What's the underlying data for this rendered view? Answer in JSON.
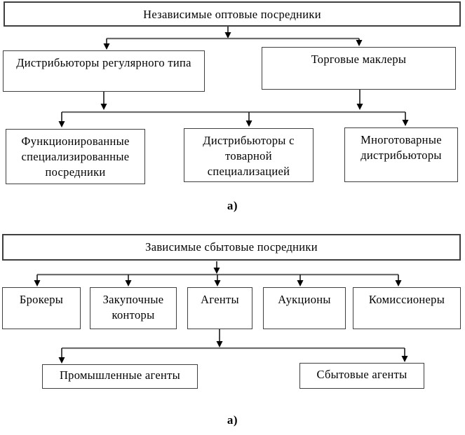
{
  "diagram_a": {
    "root": "Независимые оптовые посредники",
    "level2": [
      "Дистрибьюторы регулярного типа",
      "Торговые маклеры"
    ],
    "level3": [
      "Функционированные специализированные посредники",
      "Дистрибьюторы с товарной специализацией",
      "Многотоварные дистрибьюторы"
    ],
    "caption": "а)"
  },
  "diagram_b": {
    "root": "Зависимые сбытовые посредники",
    "level2": [
      "Брокеры",
      "Закупочные конторы",
      "Агенты",
      "Аукционы",
      "Комиссионеры"
    ],
    "level3": [
      "Промышленные агенты",
      "Сбытовые агенты"
    ],
    "caption": "а)"
  },
  "colors": {
    "background": "#ffffff",
    "box_border": "#3f3f3f",
    "text": "#000000",
    "connector_bar": "#6e6e6e",
    "arrow": "#000000"
  }
}
